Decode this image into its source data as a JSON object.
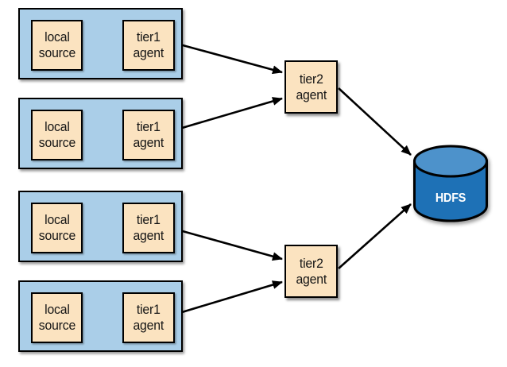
{
  "colors": {
    "container-fill": "#aacee8",
    "node-fill": "#fbe3c0",
    "border": "#000000",
    "arrow": "#000000",
    "cylinder-top": "#4d92cb",
    "cylinder-body": "#1e71b6",
    "hdfs-text": "#ffffff"
  },
  "pipelines": [
    {
      "source": {
        "label": "local\nsource"
      },
      "agent": {
        "label": "tier1\nagent"
      }
    },
    {
      "source": {
        "label": "local\nsource"
      },
      "agent": {
        "label": "tier1\nagent"
      }
    },
    {
      "source": {
        "label": "local\nsource"
      },
      "agent": {
        "label": "tier1\nagent"
      }
    },
    {
      "source": {
        "label": "local\nsource"
      },
      "agent": {
        "label": "tier1\nagent"
      }
    }
  ],
  "collectors": [
    {
      "label": "tier2\nagent"
    },
    {
      "label": "tier2\nagent"
    }
  ],
  "storage": {
    "label": "HDFS"
  }
}
